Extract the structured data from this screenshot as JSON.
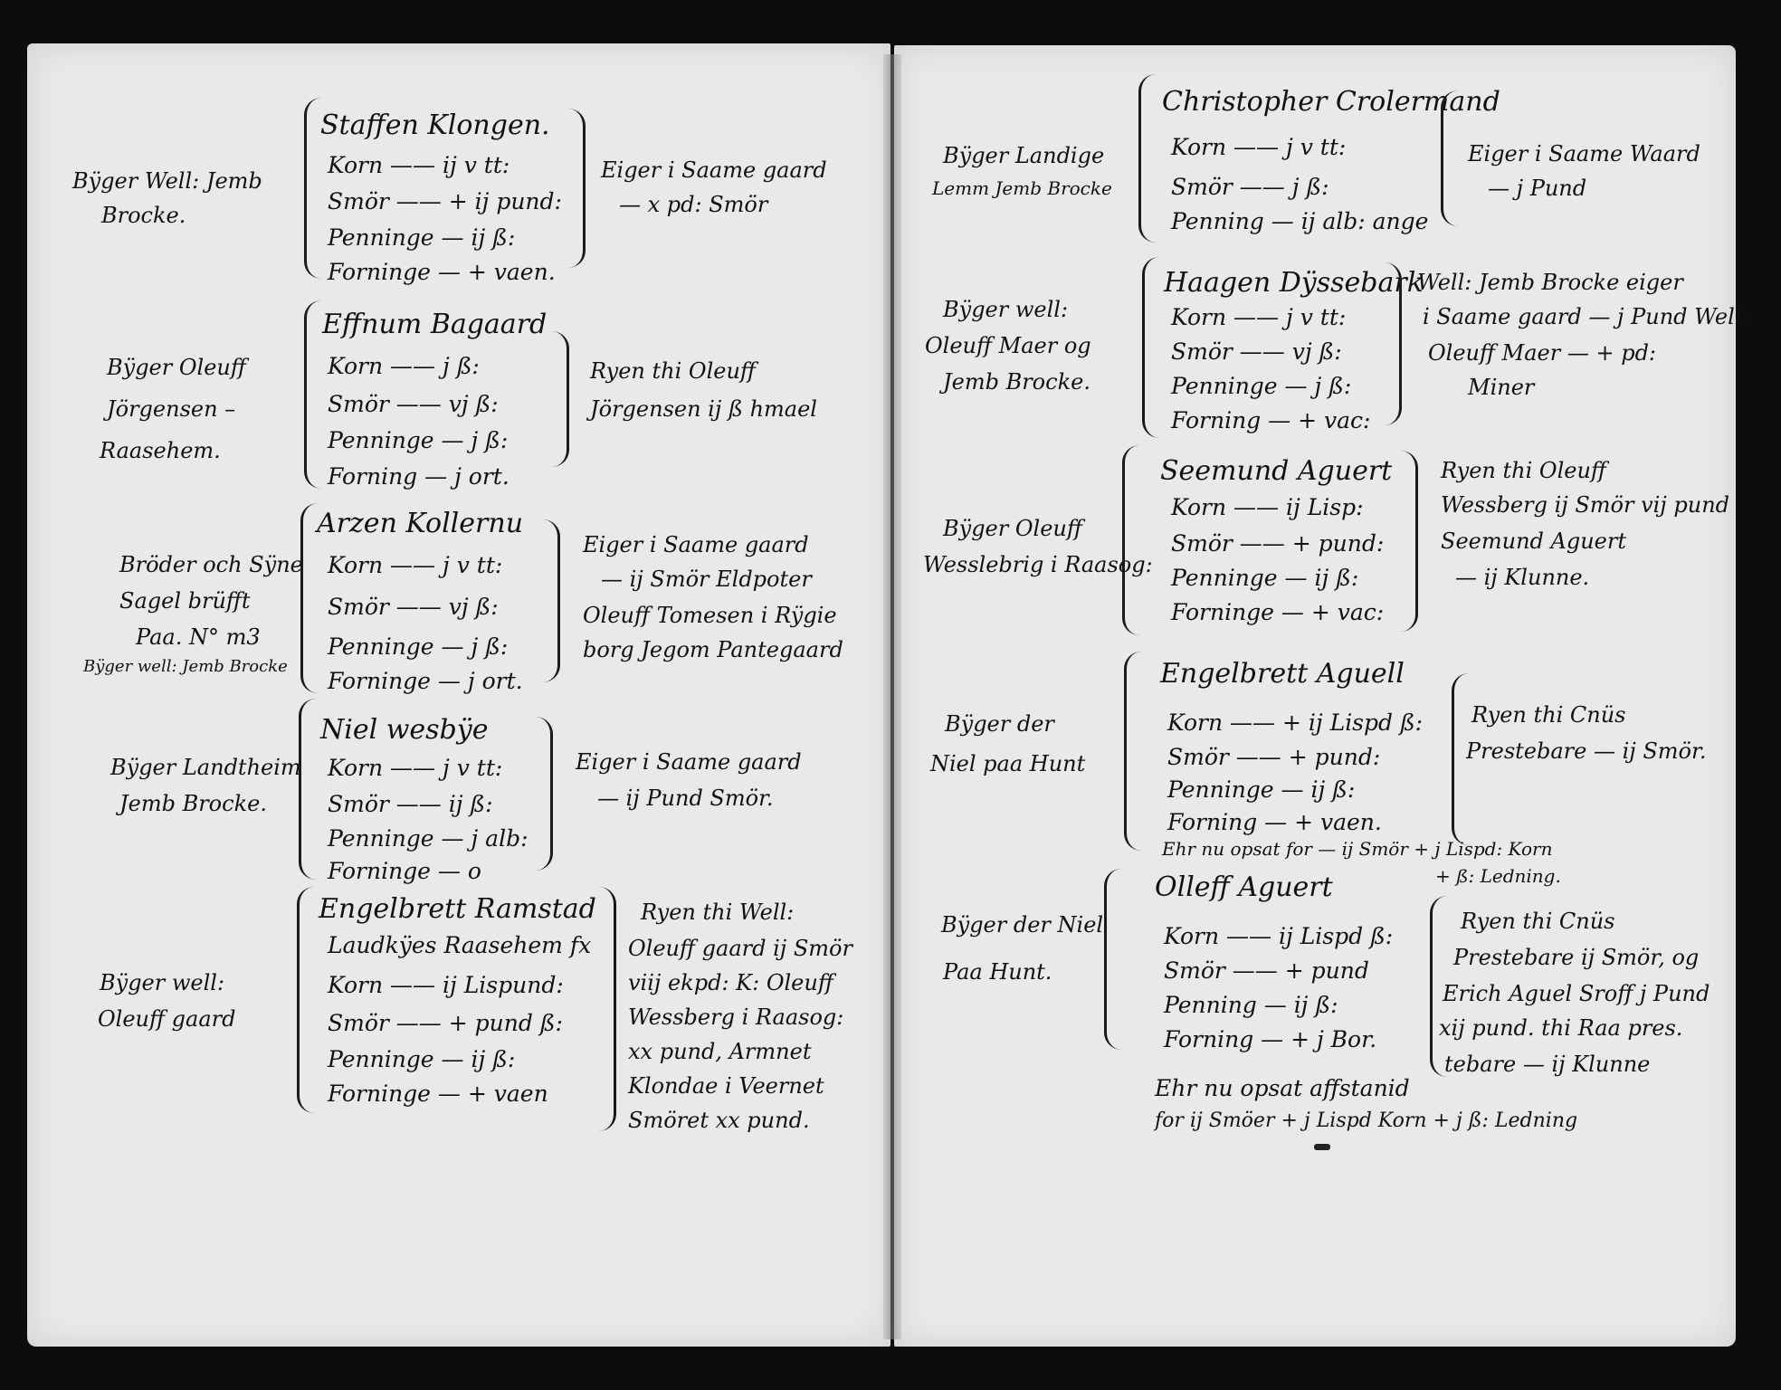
{
  "left_page": {
    "entries": [
      {
        "side_label": [
          "Bÿger Well: Jemb",
          "Brocke."
        ],
        "header": "Staffen Klongen.",
        "rows": [
          "Korn —— ij v tt:",
          "Smör —— + ij pund:",
          "Penninge — ij ß:",
          "Forninge — + vaen."
        ],
        "note": [
          "Eiger i Saame gaard",
          "— x pd: Smör"
        ]
      },
      {
        "side_label": [
          "Bÿger Oleuff",
          "Jörgensen –",
          "Raasehem."
        ],
        "header": "Effnum Bagaard",
        "rows": [
          "Korn —— j ß:",
          "Smör —— vj ß:",
          "Penninge — j ß:",
          "Forning — j ort."
        ],
        "note": [
          "Ryen thi Oleuff",
          "Jörgensen ij ß hmael"
        ]
      },
      {
        "side_label": [
          "Bröder och Sÿne",
          "Sagel brüfft",
          "Paa. N° m3",
          "Bÿger well: Jemb Brocke"
        ],
        "header": "Arzen Kollernu",
        "rows": [
          "Korn —— j v tt:",
          "Smör —— vj ß:",
          "Penninge — j ß:",
          "Forninge — j ort."
        ],
        "note": [
          "Eiger i Saame gaard",
          "— ij Smör Eldpoter",
          "Oleuff Tomesen i Rÿgie",
          "borg Jegom Pantegaard"
        ]
      },
      {
        "side_label": [
          "Bÿger Landtheim",
          "Jemb Brocke."
        ],
        "header": "Niel wesbÿe",
        "rows": [
          "Korn —— j v tt:",
          "Smör —— ij ß:",
          "Penninge — j alb:",
          "Forninge — o"
        ],
        "note": [
          "Eiger i Saame gaard",
          "— ij Pund Smör."
        ]
      },
      {
        "side_label": [
          "Bÿger well:",
          "Oleuff gaard"
        ],
        "header": "Engelbrett Ramstad",
        "subheader": "Laudkÿes Raasehem fx",
        "rows": [
          "Korn —— ij Lispund:",
          "Smör —— + pund ß:",
          "Penninge — ij ß:",
          "Forninge — + vaen"
        ],
        "note": [
          "Ryen thi Well:",
          "Oleuff gaard ij Smör",
          "viij ekpd: K: Oleuff",
          "Wessberg i Raasog:",
          "xx pund, Armnet",
          "Klondae i Veernet",
          "Smöret xx pund."
        ]
      }
    ]
  },
  "right_page": {
    "entries": [
      {
        "side_label": [
          "Bÿger Landige",
          "Lemm Jemb Brocke"
        ],
        "header": "Christopher Crolermand",
        "rows": [
          "Korn —— j v tt:",
          "Smör —— j ß:",
          "Penning — ij alb: ange"
        ],
        "note": [
          "Eiger i Saame Waard",
          "— j Pund"
        ]
      },
      {
        "side_label": [
          "Bÿger well:",
          "Oleuff Maer og",
          "Jemb Brocke."
        ],
        "header": "Haagen Dÿssebark",
        "rows": [
          "Korn —— j v tt:",
          "Smör —— vj ß:",
          "Penninge — j ß:",
          "Forning — + vac:"
        ],
        "note": [
          "Well: Jemb Brocke eiger",
          "i Saame gaard — j Pund Well:",
          "Oleuff Maer — + pd:",
          "Miner"
        ]
      },
      {
        "side_label": [
          "Bÿger Oleuff",
          "Wesslebrig i Raasog:"
        ],
        "header": "Seemund Aguert",
        "rows": [
          "Korn —— ij Lisp:",
          "Smör —— + pund:",
          "Penninge — ij ß:",
          "Forninge — + vac:"
        ],
        "note": [
          "Ryen thi Oleuff",
          "Wessberg ij Smör vij pund",
          "Seemund Aguert",
          "— ij Klunne."
        ]
      },
      {
        "side_label": [
          "Bÿger der",
          "Niel paa Hunt"
        ],
        "header": "Engelbrett Aguell",
        "rows": [
          "Korn —— + ij Lispd ß:",
          "Smör —— + pund:",
          "Penninge — ij ß:",
          "Forning — + vaen."
        ],
        "extra": "Ehr nu opsat for — ij Smör + j Lispd: Korn",
        "extra2": "+ ß: Ledning.",
        "note": [
          "Ryen thi Cnüs",
          "Prestebare — ij Smör."
        ]
      },
      {
        "side_label": [
          "Bÿger der Niel",
          "Paa Hunt."
        ],
        "header": "Olleff Aguert",
        "rows": [
          "Korn —— ij Lispd ß:",
          "Smör —— + pund",
          "Penning — ij ß:",
          "Forning — + j Bor."
        ],
        "extra": "Ehr nu opsat affstanid",
        "extra2": "for ij Smöer + j Lispd Korn + j ß: Ledning",
        "note": [
          "Ryen thi Cnüs",
          "Prestebare ij Smör, og",
          "Erich Aguel Sroff j Pund",
          "xij pund. thi Raa pres.",
          "tebare — ij Klunne"
        ]
      }
    ]
  }
}
